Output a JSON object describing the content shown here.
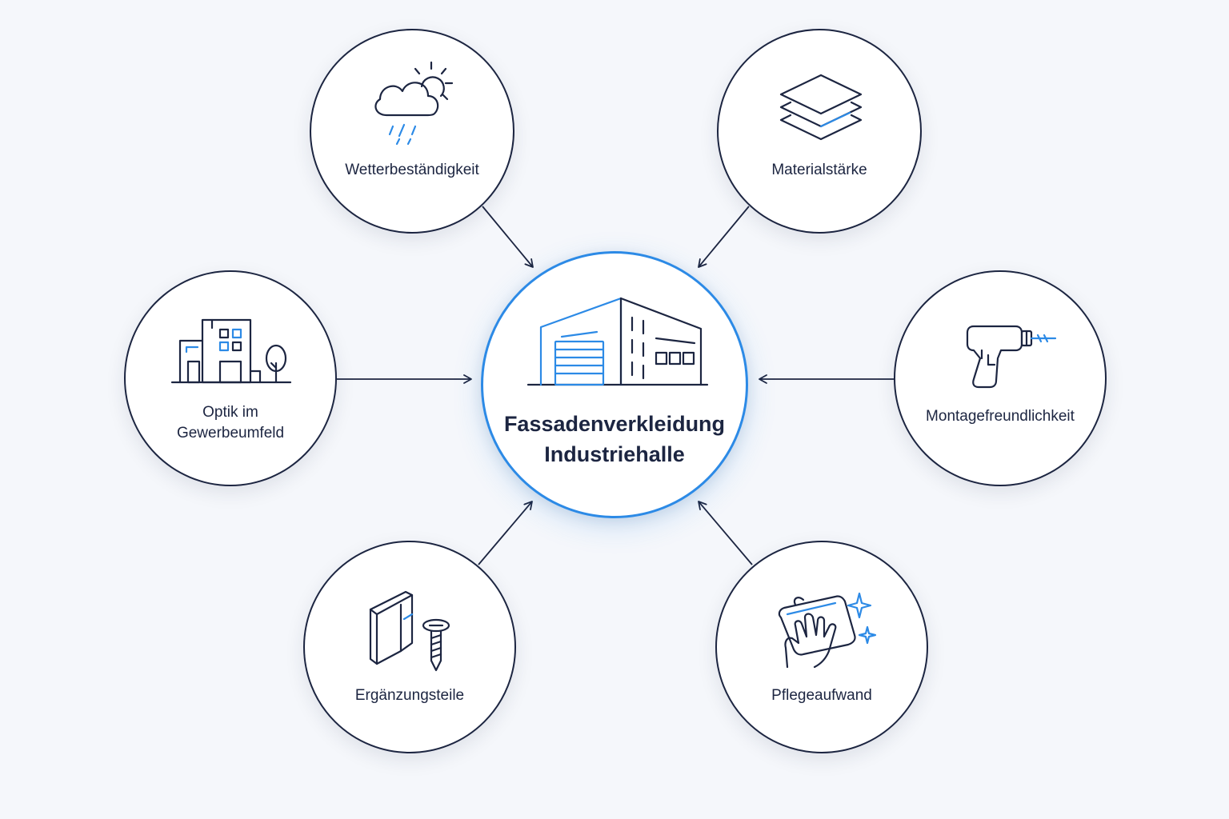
{
  "center": {
    "title_line1": "Fassadenverkleidung",
    "title_line2": "Industriehalle",
    "icon": "industrial-hall-icon"
  },
  "factors": [
    {
      "id": "weather",
      "label": "Wetterbeständigkeit",
      "icon": "weather-cloud-sun-rain-icon"
    },
    {
      "id": "material",
      "label": "Materialstärke",
      "icon": "layers-stack-icon"
    },
    {
      "id": "optics",
      "label_line1": "Optik im",
      "label_line2": "Gewerbeumfeld",
      "icon": "buildings-tree-icon"
    },
    {
      "id": "assembly",
      "label": "Montagefreundlichkeit",
      "icon": "power-drill-icon"
    },
    {
      "id": "parts",
      "label": "Ergänzungsteile",
      "icon": "profile-screw-icon"
    },
    {
      "id": "care",
      "label": "Pflegeaufwand",
      "icon": "cleaning-cloth-sparkle-icon"
    }
  ],
  "colors": {
    "ink": "#1c2541",
    "accent": "#2c8ae6",
    "background": "#f5f7fb"
  }
}
